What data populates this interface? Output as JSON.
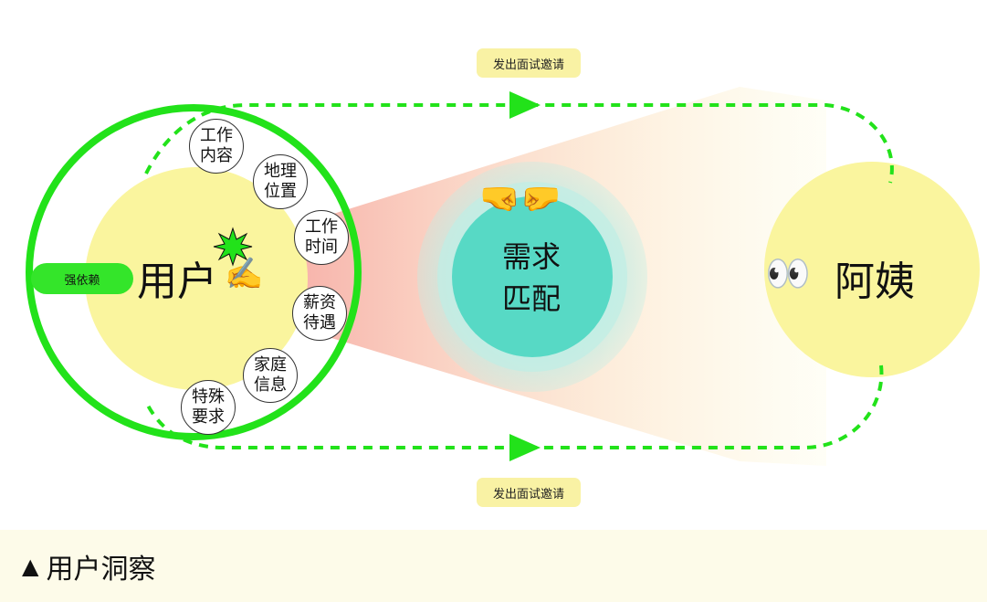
{
  "diagram": {
    "top_flow_label": "发出面试邀请",
    "bottom_flow_label": "发出面试邀请",
    "dependency_label": "强依赖",
    "user_label": "用户",
    "user_emoji": "✍️",
    "spark_icon": "spark-icon",
    "attributes": [
      {
        "label": "工作内容"
      },
      {
        "label": "地理位置"
      },
      {
        "label": "工作时间"
      },
      {
        "label": "薪资待遇"
      },
      {
        "label": "家庭信息"
      },
      {
        "label": "特殊要求"
      }
    ],
    "match_label": "需求匹配",
    "match_emoji": "🤜🤛",
    "target_label": "阿姨",
    "target_emoji": "👀",
    "colors": {
      "green": "#22e21a",
      "yellow_circle": "#faf59e",
      "teal": "#57d9c5",
      "pill_yellow": "#f9f2a4"
    }
  },
  "footer": {
    "triangle": "▲",
    "title": "用户洞察"
  }
}
